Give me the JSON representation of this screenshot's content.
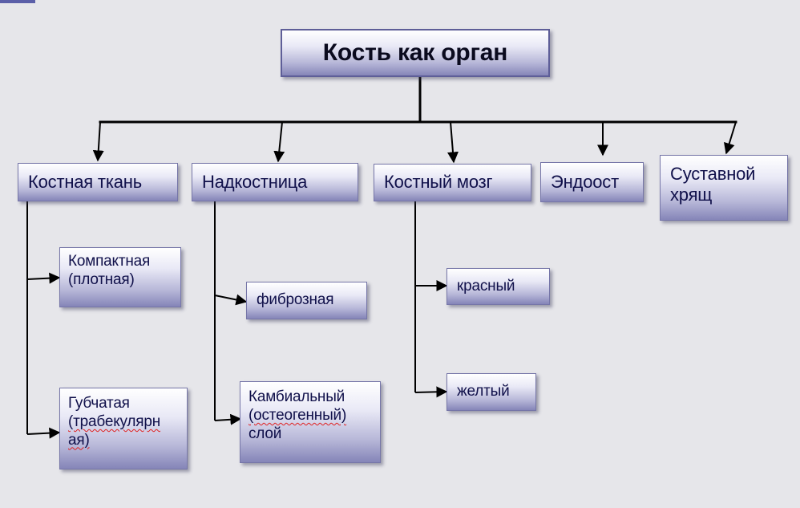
{
  "title": "Кость как орган",
  "components": [
    "Костная ткань",
    "Надкостница",
    "Костный мозг",
    "Эндоост",
    "Суставной\nхрящ"
  ],
  "bone_tissue": {
    "compact": "Компактная\n(плотная)",
    "spongy_line1": "Губчатая",
    "spongy_line2": "(трабекулярн",
    "spongy_line3": "ая)"
  },
  "periosteum": {
    "fibrous": "фиброзная",
    "cambial_line1": "Камбиальный",
    "cambial_line2": "(остеогенный)",
    "cambial_line3": "слой"
  },
  "marrow": {
    "red": "красный",
    "yellow": "желтый"
  },
  "colors": {
    "connector": "#000000",
    "box_border": "#7676a8",
    "box_text": "#10104a",
    "spellcheck": "#e02020"
  }
}
